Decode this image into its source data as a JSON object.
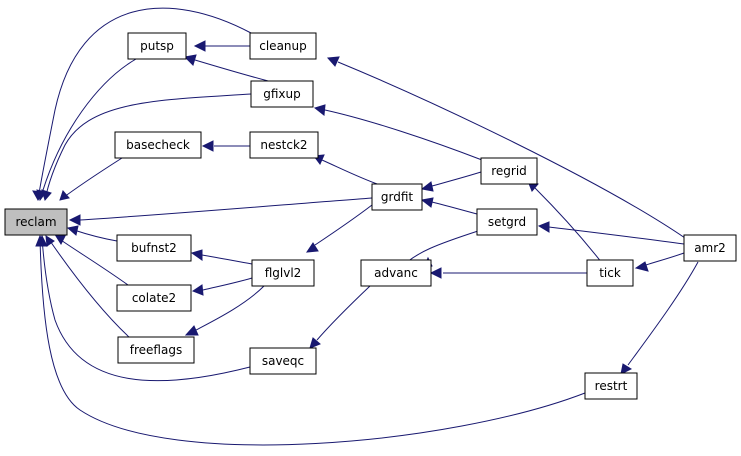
{
  "diagram": {
    "colors": {
      "edge": "#191970",
      "root_fill": "#bfbfbf",
      "node_fill": "#ffffff",
      "node_border": "#000000"
    },
    "nodes": {
      "reclam": "reclam",
      "putsp": "putsp",
      "cleanup": "cleanup",
      "gfixup": "gfixup",
      "basecheck": "basecheck",
      "nestck2": "nestck2",
      "regrid": "regrid",
      "grdfit": "grdfit",
      "setgrd": "setgrd",
      "bufnst2": "bufnst2",
      "flglvl2": "flglvl2",
      "advanc": "advanc",
      "tick": "tick",
      "amr2": "amr2",
      "colate2": "colate2",
      "freeflags": "freeflags",
      "saveqc": "saveqc",
      "restrt": "restrt"
    },
    "edges": [
      [
        "cleanup",
        "reclam"
      ],
      [
        "putsp",
        "reclam"
      ],
      [
        "gfixup",
        "reclam"
      ],
      [
        "basecheck",
        "reclam"
      ],
      [
        "grdfit",
        "reclam"
      ],
      [
        "bufnst2",
        "reclam"
      ],
      [
        "colate2",
        "reclam"
      ],
      [
        "freeflags",
        "reclam"
      ],
      [
        "saveqc",
        "reclam"
      ],
      [
        "restrt",
        "reclam"
      ],
      [
        "cleanup",
        "putsp"
      ],
      [
        "gfixup",
        "putsp"
      ],
      [
        "amr2",
        "cleanup"
      ],
      [
        "regrid",
        "gfixup"
      ],
      [
        "nestck2",
        "basecheck"
      ],
      [
        "grdfit",
        "nestck2"
      ],
      [
        "regrid",
        "grdfit"
      ],
      [
        "setgrd",
        "grdfit"
      ],
      [
        "tick",
        "regrid"
      ],
      [
        "amr2",
        "setgrd"
      ],
      [
        "advanc",
        "setgrd"
      ],
      [
        "flglvl2",
        "bufnst2"
      ],
      [
        "flglvl2",
        "colate2"
      ],
      [
        "flglvl2",
        "freeflags"
      ],
      [
        "grdfit",
        "flglvl2"
      ],
      [
        "tick",
        "advanc"
      ],
      [
        "amr2",
        "tick"
      ],
      [
        "advanc",
        "saveqc"
      ],
      [
        "amr2",
        "restrt"
      ]
    ]
  }
}
